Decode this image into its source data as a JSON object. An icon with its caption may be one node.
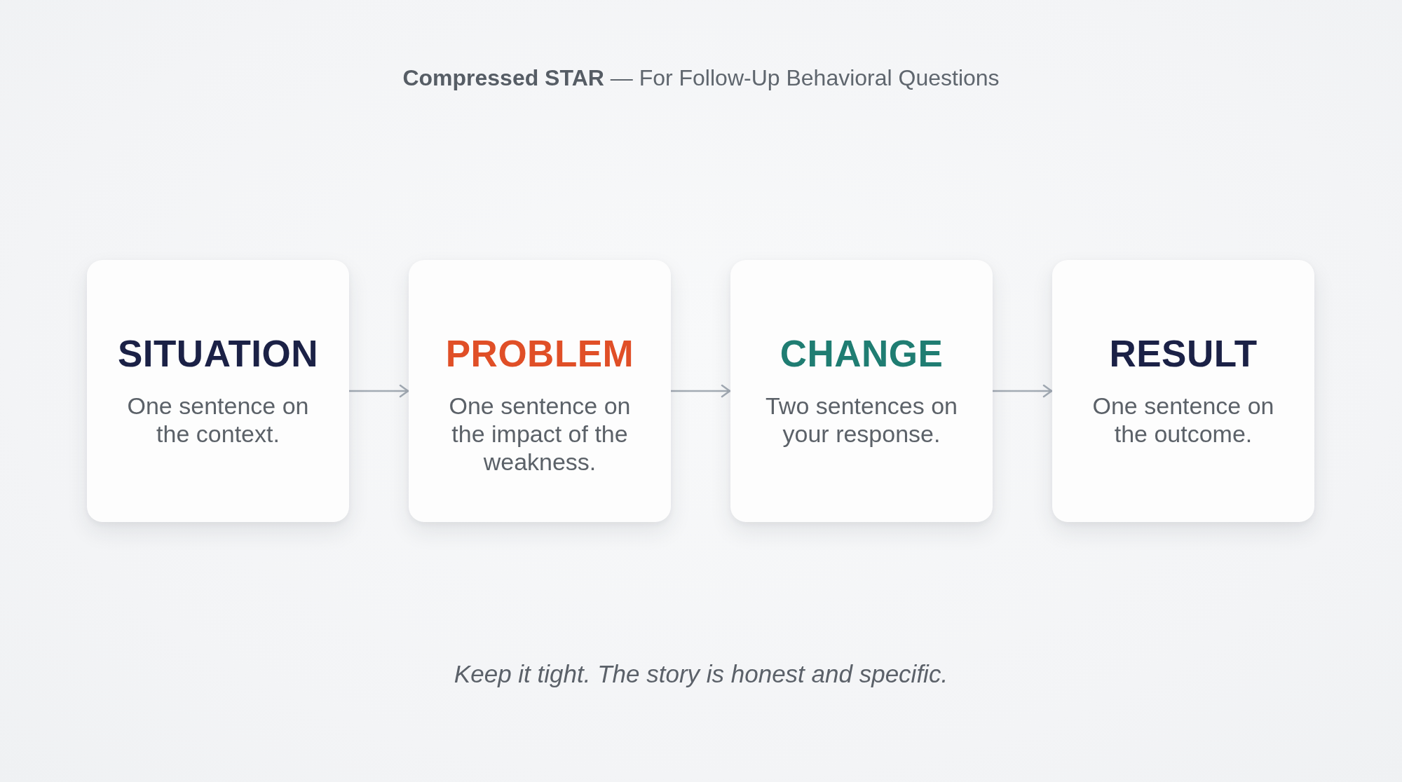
{
  "diagram": {
    "title": "**Compressed STAR** — For Follow-Up Behavioral Questions",
    "caption": "Keep it tight. The story is honest and specific.",
    "nodes": [
      {
        "text": [
          "SITUATION",
          "One sentence on the context."
        ]
      },
      {
        "text": [
          "PROBLEM",
          "One sentence on the impact of the weakness."
        ]
      },
      {
        "text": [
          "CHANGE",
          "Two sentences on your response."
        ]
      },
      {
        "text": [
          "RESULT",
          "One sentence on the outcome."
        ]
      }
    ],
    "edges": [
      {
        "from": 0,
        "to": 1,
        "arrow": "to"
      },
      {
        "from": 1,
        "to": 2,
        "arrow": "to"
      },
      {
        "from": 2,
        "to": 3,
        "arrow": "to"
      }
    ]
  }
}
